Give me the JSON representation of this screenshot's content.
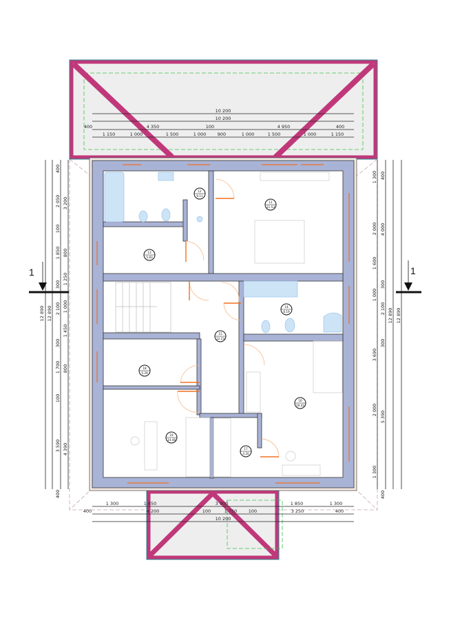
{
  "top_dims": {
    "overall_1": "10 200",
    "overall_2": "10 200",
    "row3": [
      "400",
      "4 350",
      "100",
      "4 950",
      "400"
    ],
    "row4": [
      "1 150",
      "1 000",
      "1 500",
      "1 000",
      "900",
      "1 000",
      "1 500",
      "1 000",
      "1 150"
    ]
  },
  "bottom_dims": {
    "row1": [
      "1 300",
      "1 850",
      "3 900",
      "1 850",
      "1 300"
    ],
    "row2": [
      "400",
      "4 200",
      "100",
      "1 750",
      "100",
      "3 250",
      "400"
    ],
    "overall": "10 200"
  },
  "left_dims": {
    "col_a": [
      "400",
      "2 050",
      "100",
      "1 850",
      "300",
      "2 100",
      "300",
      "1 700",
      "100",
      "3 590",
      "400"
    ],
    "col_b": [
      "3 200",
      "800",
      "1 250",
      "1 000",
      "1 450",
      "800",
      "4 390"
    ],
    "overall_1": "12 890",
    "overall_2": "12 890"
  },
  "right_dims": {
    "col_a": [
      "1 300",
      "2 000",
      "1 600",
      "1 000",
      "3 690",
      "2 000",
      "1 300"
    ],
    "col_b": [
      "400",
      "4 000",
      "300",
      "2 100",
      "300",
      "5 390",
      "400"
    ],
    "overall_1": "12 890",
    "overall_2": "12 890"
  },
  "section_marks": {
    "left": "1",
    "right": "1"
  },
  "rooms": [
    {
      "num": "12",
      "area": "9.11"
    },
    {
      "num": "11",
      "area": "21.53"
    },
    {
      "num": "13",
      "area": "5.83"
    },
    {
      "num": "14",
      "area": "8.19"
    },
    {
      "num": "15",
      "area": "12.23"
    },
    {
      "num": "18",
      "area": "5.29"
    },
    {
      "num": "16",
      "area": "19.42"
    },
    {
      "num": "19",
      "area": "14.48"
    },
    {
      "num": "17",
      "area": "4.20"
    }
  ],
  "colors": {
    "wall": "#a9b3d6",
    "roof_edge": "#c0387a",
    "door": "#f07020",
    "fixture_blue": "#cde4f7"
  }
}
